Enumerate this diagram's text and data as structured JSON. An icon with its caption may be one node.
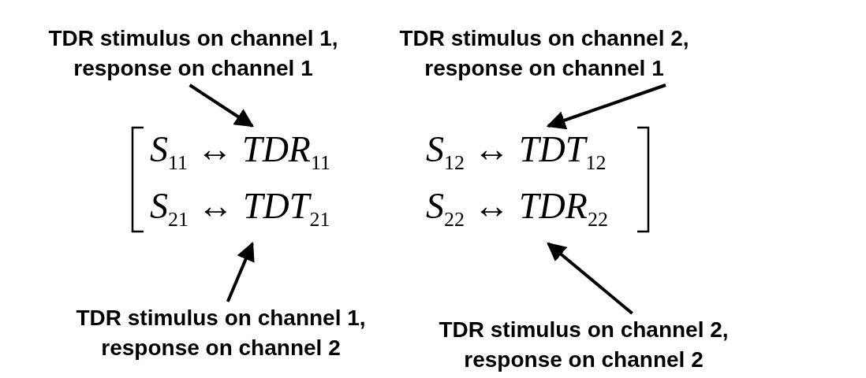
{
  "diagram": {
    "nodes": [
      {
        "text": [
          "TDR stimulus on channel 1, response on channel 1"
        ]
      },
      {
        "text": [
          "TDR stimulus on channel 2, response on channel 1"
        ]
      },
      {
        "text": [
          "S$_{11}$ ↔ TDR$_{11}$"
        ]
      },
      {
        "text": [
          "S$_{12}$ ↔ TDT$_{12}$"
        ]
      },
      {
        "text": [
          "S$_{21}$ ↔ TDT$_{21}$"
        ]
      },
      {
        "text": [
          "S$_{22}$ ↔ TDR$_{22}$"
        ]
      },
      {
        "text": [
          "TDR stimulus on channel 1, response on channel 2"
        ]
      },
      {
        "text": [
          "TDR stimulus on channel 2, response on channel 2"
        ]
      }
    ],
    "edges": [
      {
        "from": 0,
        "to": 2,
        "arrow": "to"
      },
      {
        "from": 1,
        "to": 3,
        "arrow": "to"
      },
      {
        "from": 6,
        "to": 4,
        "arrow": "to"
      },
      {
        "from": 7,
        "to": 5,
        "arrow": "to"
      }
    ]
  }
}
